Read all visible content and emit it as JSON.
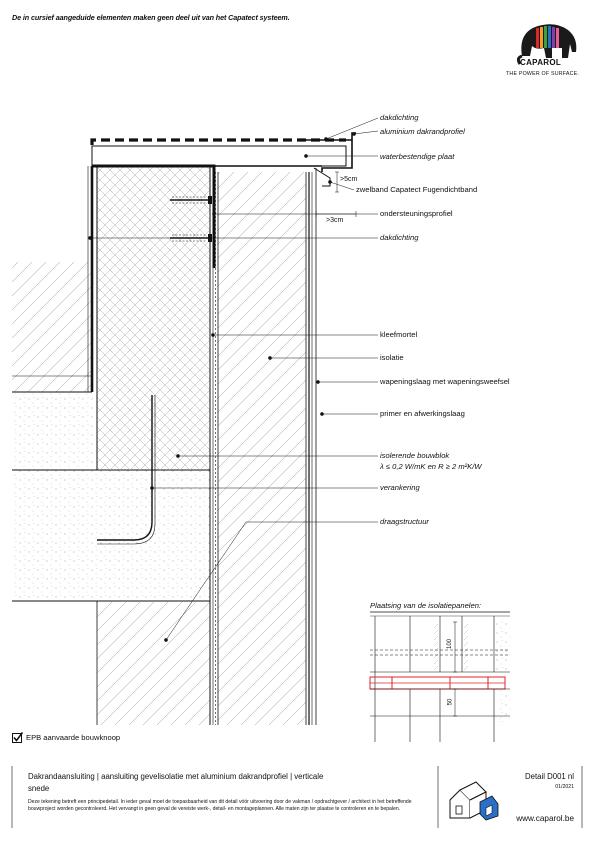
{
  "header": {
    "note": "De in cursief aangeduide elementen maken geen deel uit van het Capatect systeem.",
    "brand": "CAPAROL",
    "tagline": "THE POWER OF SURFACE."
  },
  "labels": {
    "dakdichting_top": "dakdichting",
    "aluminium_dakrandprofiel": "aluminium dakrandprofiel",
    "waterbestendige_plaat": "waterbestendige plaat",
    "zwelband": "zwelband Capatect Fugendichtband",
    "ondersteuningsprofiel": "ondersteuningsprofiel",
    "dakdichting_mid": "dakdichting",
    "kleefmortel": "kleefmortel",
    "isolatie": "isolatie",
    "wapeningslaag": "wapeningslaag met wapeningsweefsel",
    "primer": "primer en afwerkingslaag",
    "isolerende_bouwblok": "isolerende bouwblok",
    "bouwblok_spec": "λ ≤ 0,2 W/mK en R ≥ 2 m²K/W",
    "verankering": "verankering",
    "draagstructuur": "draagstructuur"
  },
  "dimensions": {
    "d5cm": ">5cm",
    "d3cm": ">3cm",
    "d100": "100",
    "d50": "50"
  },
  "inset": {
    "title": "Plaatsing van de isolatiepanelen:"
  },
  "epb": {
    "label": "EPB aanvaarde bouwknoop"
  },
  "footer": {
    "title": "Dakrandaansluiting | aansluiting gevelisolatie met aluminium dakrandprofiel | verticale",
    "subtitle": "snede",
    "disclaimer": "Deze tekening betreft een principedetail. In ieder geval moet de toepasbaarheid van dit detail vóór uitvoering door de vakman / opdrachtgever / architect in het betreffende bouwproject worden gecontroleerd. Het vervangt in geen geval de vereiste werk-, detail- en montageplannen. Alle maten zijn ter plaatse te controleren en te bepalen.",
    "detail_code": "Detail D001 nl",
    "date": "01/2021",
    "website": "www.caparol.be"
  },
  "colors": {
    "ink": "#111111",
    "red": "#e0262b",
    "hatch": "#9a9a9a"
  }
}
